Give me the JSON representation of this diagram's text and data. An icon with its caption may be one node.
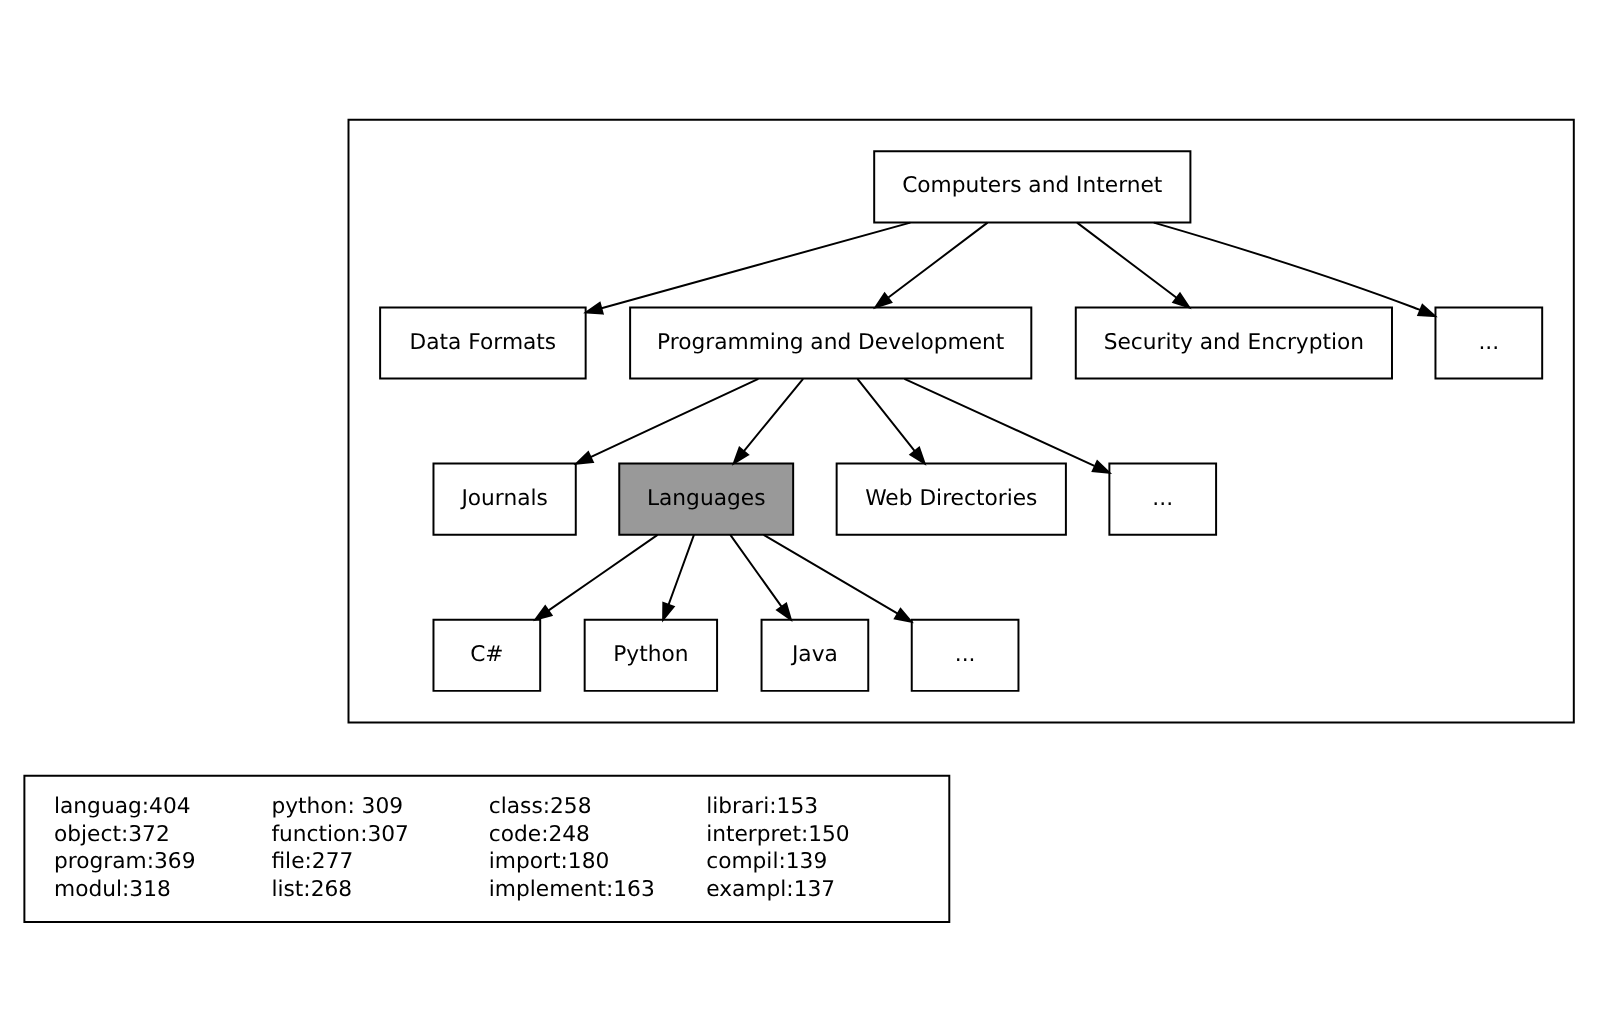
{
  "diagram": {
    "nodes": [
      {
        "text": [],
        "shape": "box"
      },
      {
        "text": [
          "Computers and Internet"
        ],
        "in": 0
      },
      {
        "text": [
          "Data Formats"
        ],
        "in": 0
      },
      {
        "text": [
          "Programming and Development"
        ],
        "in": 0
      },
      {
        "text": [
          "Security and Encryption"
        ],
        "in": 0
      },
      {
        "text": [
          "..."
        ],
        "in": 0
      },
      {
        "text": [
          "Journals"
        ],
        "in": 0
      },
      {
        "text": [
          "Languages"
        ],
        "in": 0
      },
      {
        "text": [
          "Web Directories"
        ],
        "in": 0
      },
      {
        "text": [
          "..."
        ],
        "in": 0
      },
      {
        "text": [
          "C#"
        ],
        "in": 0
      },
      {
        "text": [
          "Python"
        ],
        "in": 0
      },
      {
        "text": [
          "Java"
        ],
        "in": 0
      },
      {
        "text": [
          "..."
        ],
        "in": 0
      },
      {
        "text": [
          "languag:404",
          "python: 309",
          "class:258",
          "librari:153",
          "object:372",
          "function:307",
          "code:248",
          "interpret:150",
          "program:369",
          "file:277",
          "import:180",
          "compil:139",
          "modul:318",
          "list:268",
          "implement:163",
          "exampl:137"
        ]
      }
    ],
    "edges": [
      {
        "from": 1,
        "to": 2,
        "arrow": "to"
      },
      {
        "from": 1,
        "to": 3,
        "arrow": "to"
      },
      {
        "from": 1,
        "to": 4,
        "arrow": "to"
      },
      {
        "from": 1,
        "to": 5,
        "arrow": "to"
      },
      {
        "from": 3,
        "to": 6,
        "arrow": "to"
      },
      {
        "from": 3,
        "to": 7,
        "arrow": "to"
      },
      {
        "from": 3,
        "to": 8,
        "arrow": "to"
      },
      {
        "from": 3,
        "to": 9,
        "arrow": "to"
      },
      {
        "from": 7,
        "to": 10,
        "arrow": "to"
      },
      {
        "from": 7,
        "to": 11,
        "arrow": "to"
      },
      {
        "from": 7,
        "to": 12,
        "arrow": "to"
      },
      {
        "from": 7,
        "to": 13,
        "arrow": "to"
      }
    ]
  }
}
